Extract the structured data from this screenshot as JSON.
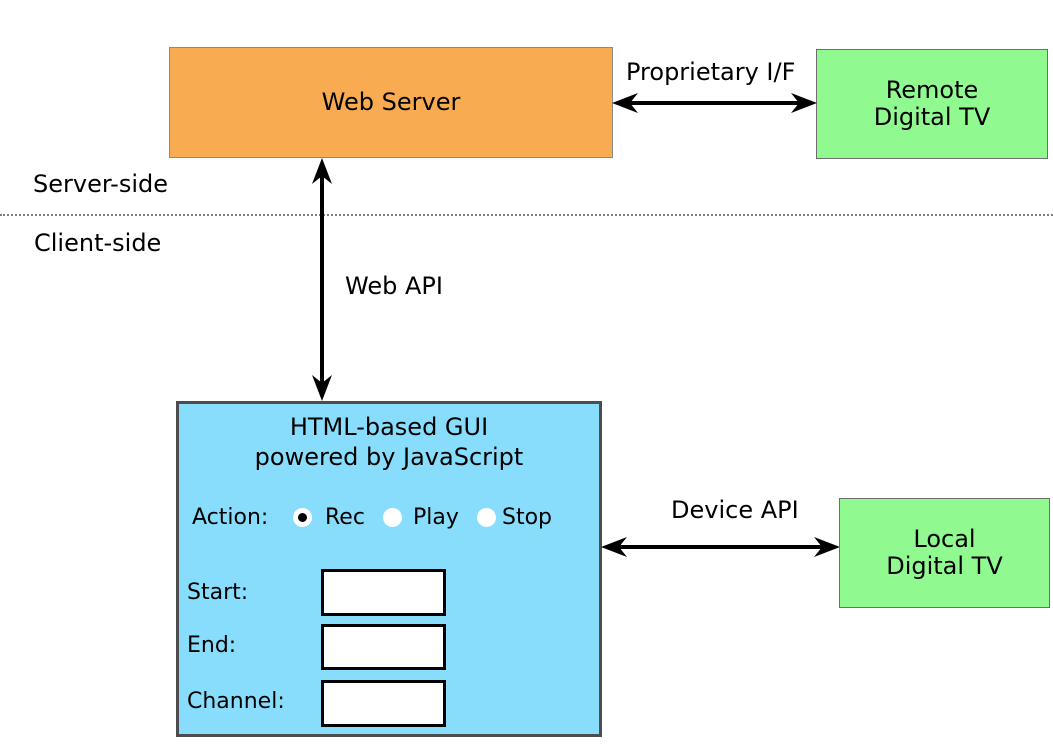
{
  "colors": {
    "orange": "#f8ab51",
    "green": "#90fa90",
    "blue": "#87ddfb",
    "arrow": "#000000"
  },
  "regions": {
    "server_side": "Server-side",
    "client_side": "Client-side"
  },
  "boxes": {
    "web_server": "Web Server",
    "remote_tv": {
      "line1": "Remote",
      "line2": "Digital TV"
    },
    "local_tv": {
      "line1": "Local",
      "line2": "Digital TV"
    }
  },
  "connections": {
    "proprietary_label": "Proprietary I/F",
    "web_api_label": "Web API",
    "device_api_label": "Device API"
  },
  "gui": {
    "title_line1": "HTML-based GUI",
    "title_line2": "powered by JavaScript",
    "action_label": "Action:",
    "radios": [
      {
        "label": "Rec",
        "selected": true
      },
      {
        "label": "Play",
        "selected": false
      },
      {
        "label": "Stop",
        "selected": false
      }
    ],
    "fields": [
      {
        "label": "Start:",
        "value": ""
      },
      {
        "label": "End:",
        "value": ""
      },
      {
        "label": "Channel:",
        "value": ""
      }
    ]
  }
}
